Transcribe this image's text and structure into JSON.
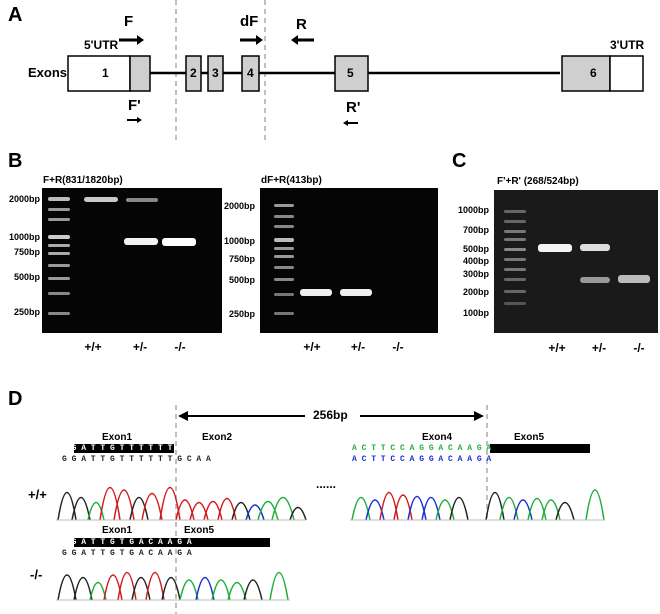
{
  "panels": {
    "A": "A",
    "B": "B",
    "C": "C",
    "D": "D"
  },
  "panel_a": {
    "exons_label": "Exons",
    "utr5": "5'UTR",
    "utr3": "3'UTR",
    "exon_numbers": [
      "1",
      "2",
      "3",
      "4",
      "5",
      "6"
    ],
    "primer_F": "F",
    "primer_dF": "dF",
    "primer_R": "R",
    "primer_Fp": "F'",
    "primer_Rp": "R'"
  },
  "panel_b": {
    "gel1_title": "F+R(831/1820bp)",
    "gel1_ladder": [
      "2000bp",
      "1000bp",
      "750bp",
      "500bp",
      "250bp"
    ],
    "gel1_lanes": [
      "+/+",
      "+/-",
      "-/-"
    ],
    "gel2_title": "dF+R(413bp)",
    "gel2_ladder": [
      "2000bp",
      "1000bp",
      "750bp",
      "500bp",
      "250bp"
    ],
    "gel2_lanes": [
      "+/+",
      "+/-",
      "-/-"
    ]
  },
  "panel_c": {
    "gel_title": "F'+R' (268/524bp)",
    "ladder": [
      "1000bp",
      "700bp",
      "500bp",
      "400bp",
      "300bp",
      "200bp",
      "100bp"
    ],
    "lanes": [
      "+/+",
      "+/-",
      "-/-"
    ]
  },
  "panel_d": {
    "span_label": "256bp",
    "ellipsis": "......",
    "wt_label": "+/+",
    "ko_label": "-/-",
    "wt_left": {
      "exon_a": "Exon1",
      "exon_b": "Exon2",
      "top": "G G A T T G T T T T T T G C A A",
      "bottom": "G G A T T G T T T T T T G C A A"
    },
    "wt_right": {
      "exon_a": "Exon4",
      "exon_b": "Exon5",
      "top": "A C T T C C A G G A C A A G A",
      "bottom": "A C T T C C A G G A C A A G A"
    },
    "ko": {
      "exon_a": "Exon1",
      "exon_b": "Exon5",
      "top": "G G A T T G T G A C A A G A",
      "bottom": "G G A T T G T G A C A A G A"
    }
  },
  "colors": {
    "exon_gray": "#cfcfcf",
    "A": "#1fae3a",
    "C": "#1a2fd0",
    "G": "#000000",
    "T": "#d11b1b"
  }
}
